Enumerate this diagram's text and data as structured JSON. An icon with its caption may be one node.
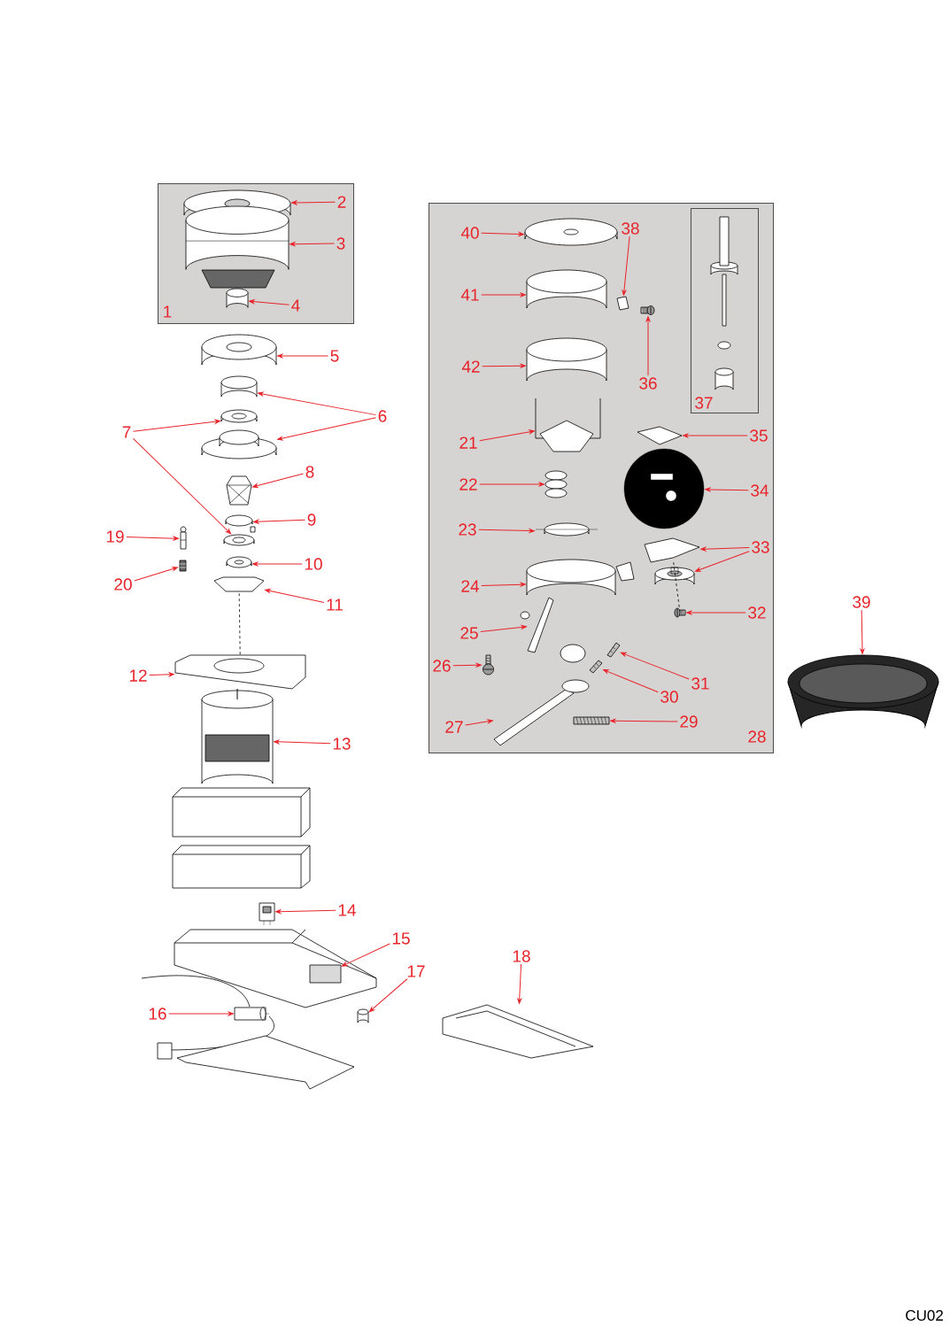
{
  "diagram": {
    "nodes": [
      {
        "text": [
          "1"
        ]
      },
      {
        "text": [
          "2"
        ],
        "in": 0
      },
      {
        "text": [
          "3"
        ],
        "in": 0
      },
      {
        "text": [
          "4"
        ],
        "in": 0
      },
      {
        "text": [
          "5"
        ]
      },
      {
        "text": [
          "6"
        ]
      },
      {
        "text": [
          "7"
        ]
      },
      {
        "text": [
          "8"
        ]
      },
      {
        "text": [
          "9"
        ]
      },
      {
        "text": [
          "10"
        ]
      },
      {
        "text": [
          "19"
        ]
      },
      {
        "text": [
          "20"
        ]
      },
      {
        "text": [
          "11"
        ]
      },
      {
        "text": [
          "12"
        ]
      },
      {
        "text": [
          "13"
        ]
      },
      {
        "text": [
          "14"
        ]
      },
      {
        "text": [
          "15"
        ]
      },
      {
        "text": [
          "16"
        ]
      },
      {
        "text": [
          "17"
        ]
      },
      {
        "text": [
          "18"
        ]
      },
      {
        "text": [
          "28"
        ]
      },
      {
        "text": [
          "37"
        ],
        "in": 20
      },
      {
        "text": [
          "40"
        ],
        "in": 20
      },
      {
        "text": [
          "38"
        ],
        "in": 20
      },
      {
        "text": [
          "41"
        ],
        "in": 20
      },
      {
        "text": [
          "36"
        ],
        "in": 20
      },
      {
        "text": [
          "42"
        ],
        "in": 20
      },
      {
        "text": [
          "21"
        ],
        "in": 20
      },
      {
        "text": [
          "35"
        ],
        "in": 20
      },
      {
        "text": [
          "22"
        ],
        "in": 20
      },
      {
        "text": [
          "34"
        ],
        "in": 20
      },
      {
        "text": [
          "23"
        ],
        "in": 20
      },
      {
        "text": [
          "33"
        ],
        "in": 20
      },
      {
        "text": [
          "24"
        ],
        "in": 20
      },
      {
        "text": [
          "32"
        ],
        "in": 20
      },
      {
        "text": [
          "25"
        ],
        "in": 20
      },
      {
        "text": [
          "26"
        ],
        "in": 20
      },
      {
        "text": [
          "31"
        ],
        "in": 20
      },
      {
        "text": [
          "30"
        ],
        "in": 20
      },
      {
        "text": [
          "27"
        ],
        "in": 20
      },
      {
        "text": [
          "29"
        ],
        "in": 20
      },
      {
        "text": [
          "39"
        ]
      },
      {
        "text": [],
        "shape": "picture",
        "in": 0
      },
      {
        "text": [],
        "shape": "cylinder",
        "in": 0
      },
      {
        "text": [],
        "shape": "cylinder",
        "in": 0
      },
      {
        "text": [],
        "shape": "picture"
      },
      {
        "text": [],
        "shape": "picture"
      },
      {
        "text": [],
        "shape": "picture"
      },
      {
        "text": [],
        "shape": "picture"
      },
      {
        "text": [],
        "shape": "picture"
      },
      {
        "text": [],
        "shape": "picture"
      },
      {
        "text": [],
        "shape": "picture"
      },
      {
        "text": [],
        "shape": "picture"
      },
      {
        "text": [],
        "shape": "picture"
      },
      {
        "text": [],
        "shape": "picture"
      },
      {
        "text": [],
        "shape": "picture"
      },
      {
        "text": [],
        "shape": "picture"
      },
      {
        "text": [],
        "shape": "picture"
      },
      {
        "text": [],
        "shape": "picture"
      },
      {
        "text": [],
        "shape": "picture"
      },
      {
        "text": [],
        "shape": "picture"
      },
      {
        "text": [],
        "shape": "picture"
      },
      {
        "text": [],
        "shape": "picture"
      },
      {
        "text": [],
        "shape": "picture",
        "in": 20
      },
      {
        "text": [],
        "shape": "picture",
        "in": 20
      },
      {
        "text": [],
        "shape": "picture",
        "in": 20
      },
      {
        "text": [],
        "shape": "picture",
        "in": 20
      },
      {
        "text": [],
        "shape": "picture",
        "in": 20
      },
      {
        "text": [],
        "shape": "picture",
        "in": 20
      },
      {
        "text": [],
        "shape": "picture",
        "in": 20
      },
      {
        "text": [],
        "shape": "picture",
        "in": 20
      },
      {
        "text": [],
        "shape": "picture",
        "in": 20
      },
      {
        "text": [],
        "shape": "picture",
        "in": 20
      },
      {
        "text": [],
        "shape": "picture",
        "in": 20
      },
      {
        "text": [],
        "shape": "picture",
        "in": 20
      },
      {
        "text": [],
        "shape": "picture",
        "in": 20
      },
      {
        "text": [],
        "shape": "picture",
        "in": 20
      },
      {
        "text": [],
        "shape": "picture",
        "in": 20
      },
      {
        "text": [],
        "shape": "picture",
        "in": 20
      },
      {
        "text": [],
        "shape": "picture",
        "in": 20
      },
      {
        "text": [],
        "shape": "picture",
        "in": 20
      },
      {
        "text": [],
        "shape": "picture",
        "in": 20
      },
      {
        "text": [],
        "shape": "picture",
        "in": 20
      },
      {
        "text": [],
        "shape": "picture"
      }
    ],
    "edges": [
      {
        "from": 1,
        "to": 42,
        "arrow": "to"
      },
      {
        "from": 2,
        "to": 43,
        "arrow": "to"
      },
      {
        "from": 3,
        "to": 44,
        "arrow": "to"
      },
      {
        "from": 4,
        "to": 45,
        "arrow": "to"
      },
      {
        "from": 5,
        "to": 46,
        "arrow": "to"
      },
      {
        "from": 5,
        "to": 48,
        "arrow": "to"
      },
      {
        "from": 6,
        "to": 47,
        "arrow": "to"
      },
      {
        "from": 6,
        "to": 51,
        "arrow": "to"
      },
      {
        "from": 7,
        "to": 49,
        "arrow": "to"
      },
      {
        "from": 8,
        "to": 50,
        "arrow": "to"
      },
      {
        "from": 9,
        "to": 52,
        "arrow": "to"
      },
      {
        "from": 10,
        "to": 53,
        "arrow": "to"
      },
      {
        "from": 11,
        "to": 54,
        "arrow": "to"
      },
      {
        "from": 12,
        "to": 55,
        "arrow": "to"
      },
      {
        "from": 13,
        "to": 56,
        "arrow": "to"
      },
      {
        "from": 14,
        "to": 57,
        "arrow": "to"
      },
      {
        "from": 15,
        "to": 58,
        "arrow": "to"
      },
      {
        "from": 16,
        "to": 59,
        "arrow": "to"
      },
      {
        "from": 17,
        "to": 60,
        "arrow": "to"
      },
      {
        "from": 18,
        "to": 61,
        "arrow": "to"
      },
      {
        "from": 19,
        "to": 62,
        "arrow": "to"
      },
      {
        "from": 22,
        "to": 63,
        "arrow": "to"
      },
      {
        "from": 23,
        "to": 64,
        "arrow": "to"
      },
      {
        "from": 24,
        "to": 65,
        "arrow": "to"
      },
      {
        "from": 25,
        "to": 66,
        "arrow": "to"
      },
      {
        "from": 26,
        "to": 67,
        "arrow": "to"
      },
      {
        "from": 27,
        "to": 68,
        "arrow": "to"
      },
      {
        "from": 28,
        "to": 69,
        "arrow": "to"
      },
      {
        "from": 29,
        "to": 70,
        "arrow": "to"
      },
      {
        "from": 30,
        "to": 71,
        "arrow": "to"
      },
      {
        "from": 31,
        "to": 72,
        "arrow": "to"
      },
      {
        "from": 32,
        "to": 73,
        "arrow": "to"
      },
      {
        "from": 32,
        "to": 74,
        "arrow": "to"
      },
      {
        "from": 33,
        "to": 75,
        "arrow": "to"
      },
      {
        "from": 34,
        "to": 76,
        "arrow": "to"
      },
      {
        "from": 35,
        "to": 77,
        "arrow": "to"
      },
      {
        "from": 36,
        "to": 78,
        "arrow": "to"
      },
      {
        "from": 37,
        "to": 79,
        "arrow": "to"
      },
      {
        "from": 38,
        "to": 80,
        "arrow": "to"
      },
      {
        "from": 39,
        "to": 81,
        "arrow": "to"
      },
      {
        "from": 40,
        "to": 82,
        "arrow": "to"
      },
      {
        "from": 41,
        "to": 83,
        "arrow": "to"
      },
      {
        "from": 55,
        "to": 56,
        "arrow": "none",
        "style": "dashed",
        "color": "#000000"
      },
      {
        "from": 73,
        "to": 76,
        "arrow": "none",
        "style": "dashed",
        "color": "#000000"
      }
    ],
    "labels": [
      "CU02"
    ]
  }
}
